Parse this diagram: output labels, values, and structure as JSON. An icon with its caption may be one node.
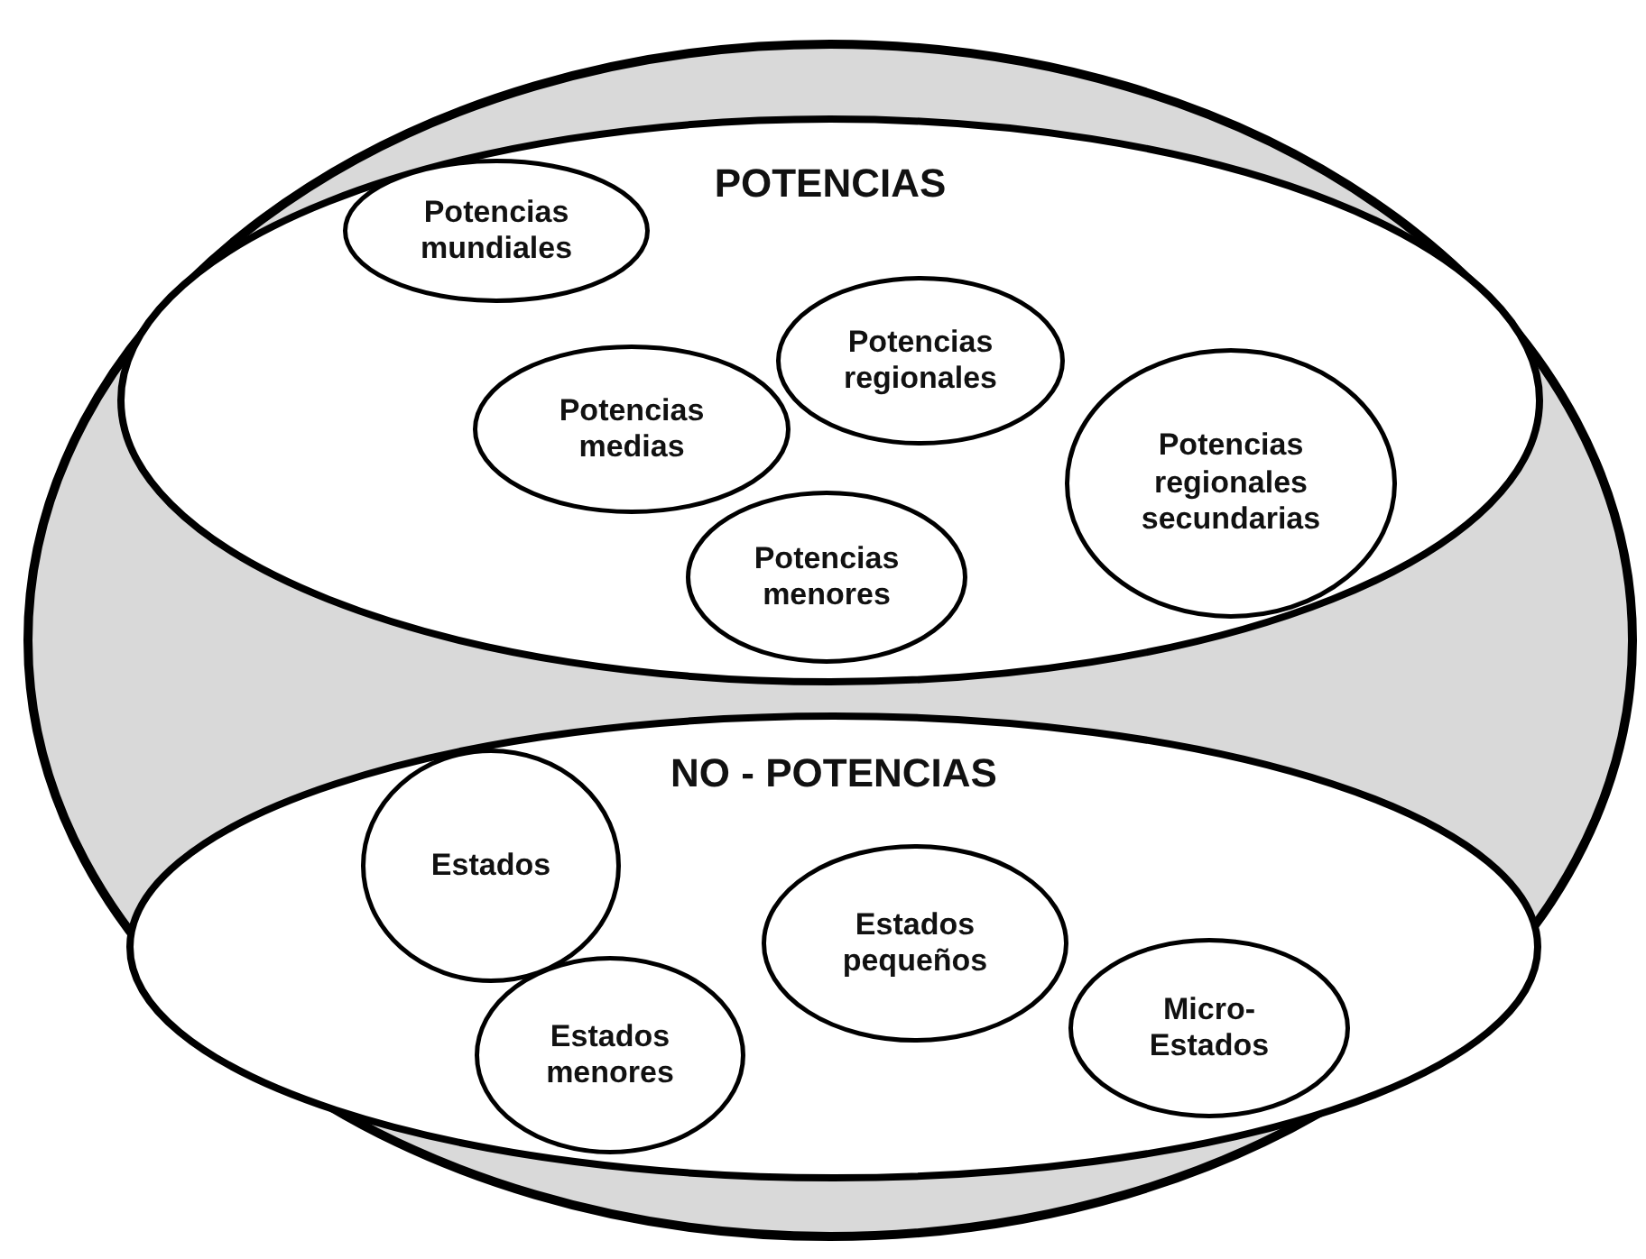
{
  "diagram": {
    "nodes": [
      {
        "text": [],
        "shape": "ellipse"
      },
      {
        "text": [
          "POTENCIAS"
        ],
        "in": 0
      },
      {
        "text": [
          "Potencias mundiales"
        ],
        "in": 1
      },
      {
        "text": [
          "Potencias regionales"
        ],
        "in": 1
      },
      {
        "text": [
          "Potencias medias"
        ],
        "in": 1
      },
      {
        "text": [
          "Potencias regionales secundarias"
        ],
        "in": 1
      },
      {
        "text": [
          "Potencias menores"
        ],
        "in": 1
      },
      {
        "text": [
          "NO - POTENCIAS"
        ],
        "in": 0
      },
      {
        "text": [
          "Estados"
        ],
        "in": 7
      },
      {
        "text": [
          "Estados pequeños"
        ],
        "in": 7
      },
      {
        "text": [
          "Micro- Estados"
        ],
        "in": 7
      },
      {
        "text": [
          "Estados menores"
        ],
        "in": 7
      }
    ]
  }
}
